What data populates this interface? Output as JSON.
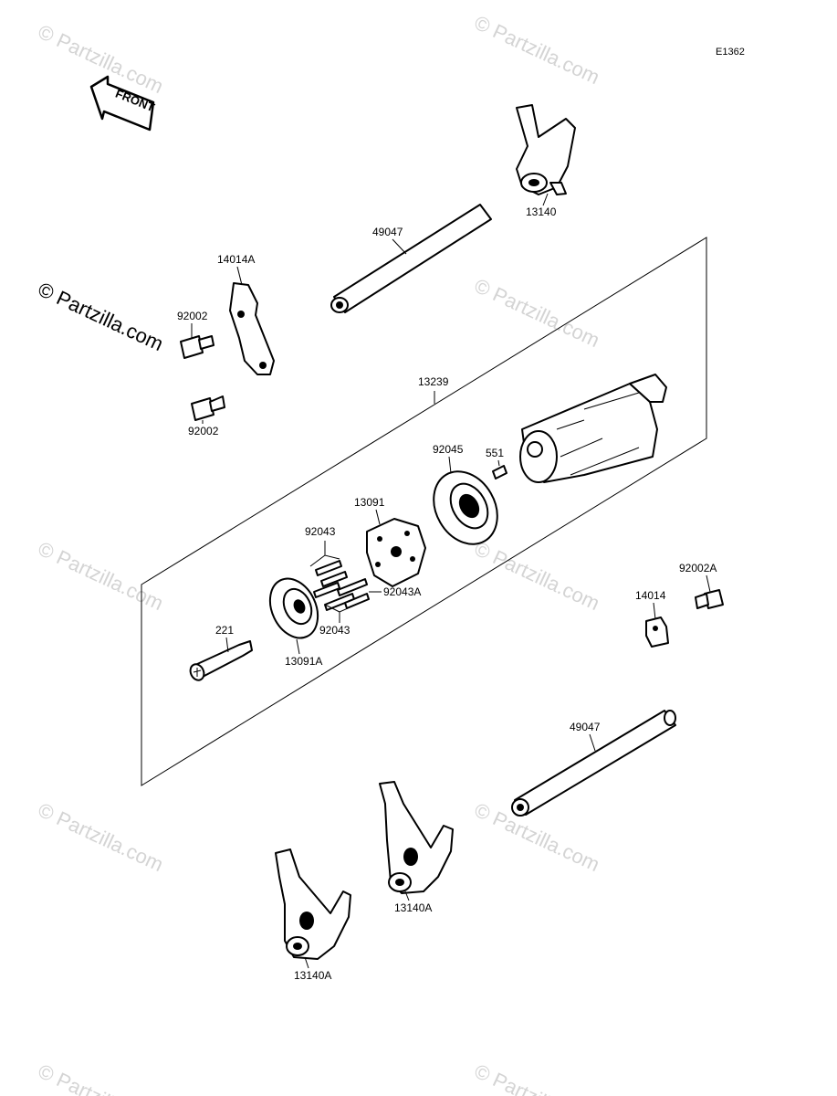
{
  "diagram_code": "E1362",
  "front_arrow_label": "FRONT",
  "watermark_text": "© Partzilla.com",
  "callouts": {
    "p13140": "13140",
    "p49047_top": "49047",
    "p14014A": "14014A",
    "p92002_top": "92002",
    "p92002_bottom": "92002",
    "p13239": "13239",
    "p92045": "92045",
    "p551": "551",
    "p13091": "13091",
    "p92043_top": "92043",
    "p92043A": "92043A",
    "p92043_bottom": "92043",
    "p221": "221",
    "p13091A": "13091A",
    "p92002A": "92002A",
    "p14014": "14014",
    "p49047_bottom": "49047",
    "p13140A_right": "13140A",
    "p13140A_left": "13140A"
  }
}
